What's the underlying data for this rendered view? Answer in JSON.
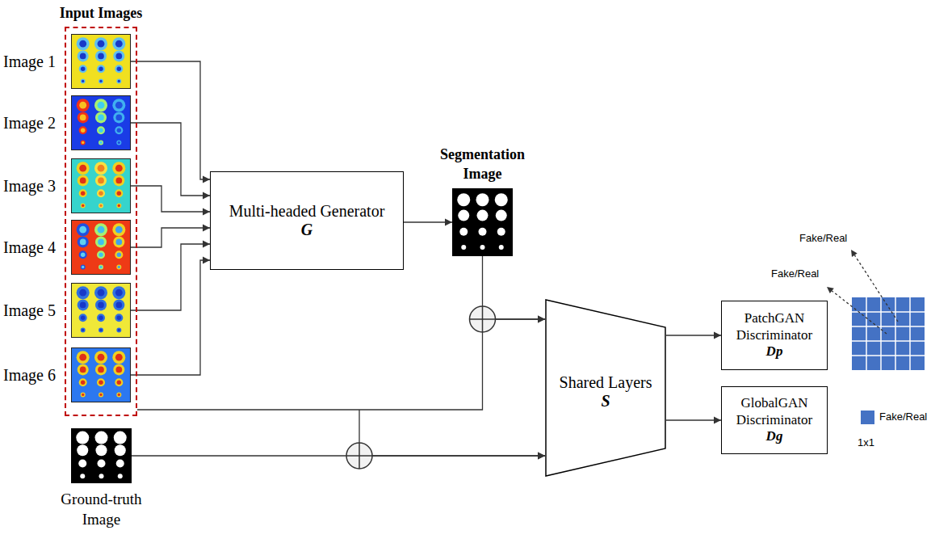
{
  "diagram": {
    "nodes": [
      {
        "text": [
          "Input Images"
        ]
      },
      {
        "text": [
          "Image 1"
        ],
        "in": 0
      },
      {
        "text": [
          "Image 2"
        ],
        "in": 0
      },
      {
        "text": [
          "Image 3"
        ],
        "in": 0
      },
      {
        "text": [
          "Image 4"
        ],
        "in": 0
      },
      {
        "text": [
          "Image 5"
        ],
        "in": 0
      },
      {
        "text": [
          "Image 6"
        ],
        "in": 0
      },
      {
        "text": [
          "Multi-headed Generator",
          "G"
        ]
      },
      {
        "text": [
          "Segmentation Image"
        ]
      },
      {
        "text": [
          "Ground-truth Image"
        ]
      },
      {
        "text": [
          "Shared Layers",
          "S"
        ]
      },
      {
        "text": [
          "PatchGAN Discriminator",
          "Dp"
        ]
      },
      {
        "text": [
          "GlobalGAN Discriminator",
          "Dg"
        ]
      }
    ],
    "edges": [
      {
        "from": 1,
        "to": 7,
        "arrow": "to"
      },
      {
        "from": 2,
        "to": 7,
        "arrow": "to"
      },
      {
        "from": 3,
        "to": 7,
        "arrow": "to"
      },
      {
        "from": 4,
        "to": 7,
        "arrow": "to"
      },
      {
        "from": 5,
        "to": 7,
        "arrow": "to"
      },
      {
        "from": 6,
        "to": 7,
        "arrow": "to"
      },
      {
        "from": 7,
        "to": 8,
        "arrow": "to"
      },
      {
        "from": 8,
        "to": 10,
        "arrow": "to"
      },
      {
        "from": 0,
        "to": 10,
        "arrow": "to"
      },
      {
        "from": 9,
        "to": 10,
        "arrow": "to"
      },
      {
        "from": 10,
        "to": 11,
        "arrow": "to"
      },
      {
        "from": 10,
        "to": 12,
        "arrow": "to"
      }
    ],
    "labels": [
      "Fake/Real",
      "Fake/Real",
      "Fake/Real",
      "1x1"
    ]
  }
}
